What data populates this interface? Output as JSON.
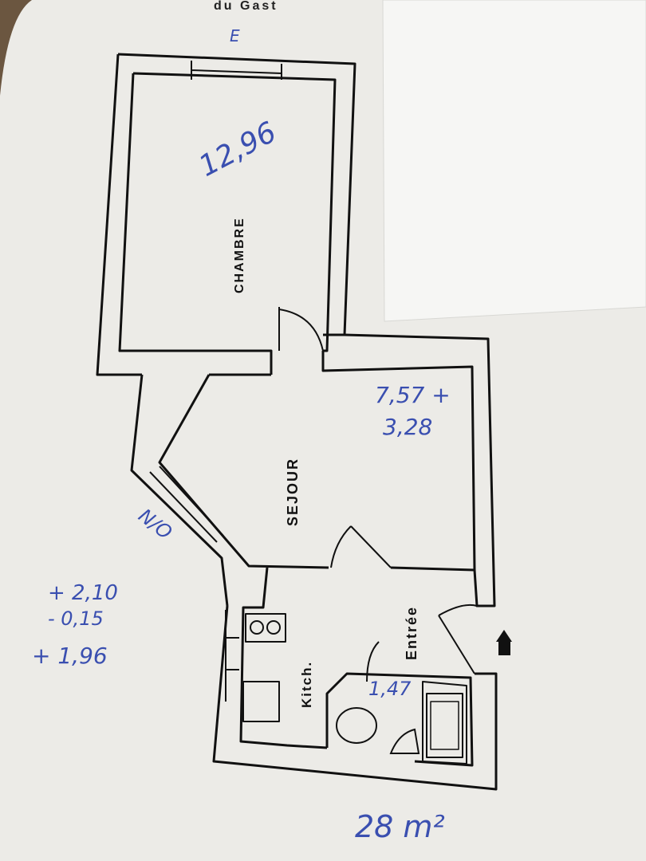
{
  "header": {
    "top_text": "du Gast"
  },
  "rooms": {
    "chambre": "CHAMBRE",
    "sejour": "SEJOUR",
    "entree": "Entrée",
    "kitchen": "Kitch."
  },
  "handwritten": {
    "orientation": "E",
    "chambre_area": "12,96",
    "sejour_area_1": "7,57 +",
    "sejour_area_2": "3,28",
    "wall_note": "N/O",
    "calc_1": "+ 2,10",
    "calc_2": "- 0,15",
    "calc_3": "+ 1,96",
    "bath_area": "1,47",
    "total_area": "28 m²"
  }
}
